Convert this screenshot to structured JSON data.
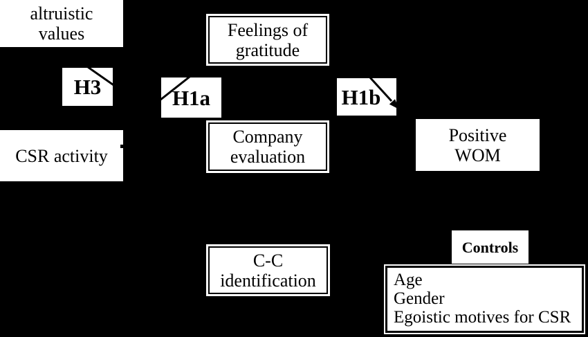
{
  "diagram": {
    "title": "CSR research model figure",
    "colors": {
      "background": "#000000",
      "box_fill": "#ffffff",
      "text": "#000000",
      "line": "#000000"
    },
    "nodes": {
      "altruistic_values": {
        "line1": "altruistic",
        "line2": "values"
      },
      "feelings_of_gratitude": {
        "line1": "Feelings of",
        "line2": "gratitude"
      },
      "csr_activity": {
        "line1": "CSR activity"
      },
      "company_evaluation": {
        "line1": "Company",
        "line2": "evaluation"
      },
      "positive_wom": {
        "line1": "Positive",
        "line2": "WOM"
      },
      "cc_identification": {
        "line1": "C-C",
        "line2": "identification"
      },
      "controls_header": {
        "line1": "Controls"
      },
      "controls_list": {
        "items": [
          "Age",
          "Gender",
          "Egoistic motives for CSR"
        ]
      }
    },
    "hypothesis_labels": {
      "h3": "H3",
      "h1a": "H1a",
      "h1b": "H1b"
    }
  }
}
